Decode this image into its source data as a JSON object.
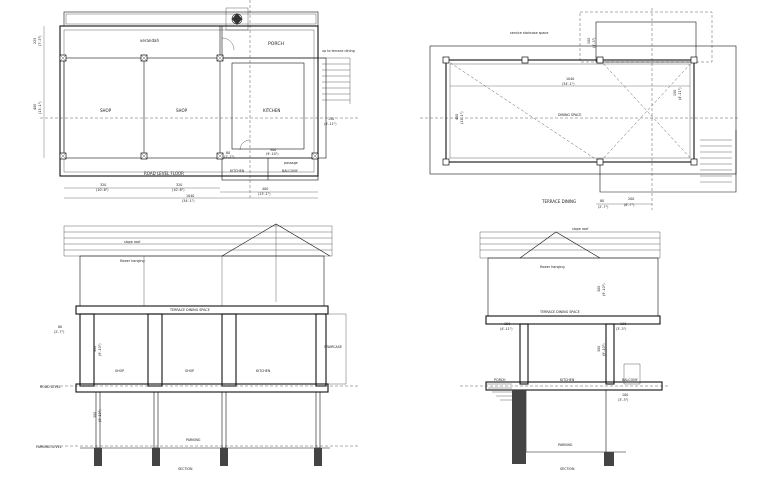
{
  "plan_ground": {
    "title": "ROAD LEVEL FLOOR",
    "rooms": {
      "verandah": "verandah",
      "porch": "PORCH",
      "shop1": "SHOP",
      "shop2": "SHOP",
      "kitchen": "KITCHEN",
      "stair_note": "up to terrace dining",
      "kitchen_lower": "KITCHEN",
      "balcony": "BALCONY",
      "passage": "passage"
    },
    "dims": {
      "left_top": "225",
      "left_top_ft": "(7'-5\")",
      "left_side": "400",
      "left_side_ft": "(13'-1\")",
      "bottom_1": "320",
      "bottom_1_ft": "(10'-6\")",
      "bottom_2": "320",
      "bottom_2_ft": "(10'-6\")",
      "bottom_3": "400",
      "bottom_3_ft": "(13'-1\")",
      "total": "1040",
      "total_ft": "(34'-1\")",
      "inner_1": "300",
      "inner_1_ft": "(9'-10\")",
      "inner_2": "80",
      "inner_2_ft": "(2'-7\")",
      "right": "150",
      "right_ft": "(4'-11\")"
    }
  },
  "plan_terrace": {
    "title": "TERRACE DINING",
    "labels": {
      "space": "DINING SPACE",
      "top_note": "service staircase space"
    },
    "dims": {
      "length": "1040",
      "length_ft": "(34'-1\")",
      "right_h": "150",
      "right_h_ft": "(4'-11\")",
      "left_h1": "400",
      "left_h1_ft": "(13'-1\")",
      "bottom_1": "80",
      "bottom_1_ft": "(2'-7\")",
      "bottom_2": "200",
      "bottom_2_ft": "(6'-7\")",
      "top_right": "100",
      "top_right_ft": "(3'-3\")"
    }
  },
  "section_a": {
    "title": "SECTION",
    "labels": {
      "slope_roof": "slope roof",
      "flower": "flower hanging",
      "terrace": "TERRACE DINING SPACE",
      "shop1": "SHOP",
      "shop2": "SHOP",
      "kitchen": "KITCHEN",
      "staircase": "STAIRCASE",
      "road": "ROAD LEVEL",
      "parking_level": "PARKING LEVEL",
      "parking": "PARKING"
    },
    "dims": {
      "h1": "300",
      "h1_ft": "(9'-10\")",
      "h2": "300",
      "h2_ft": "(9'-10\")",
      "p1": "80",
      "p1_ft": "(2'-7\")"
    }
  },
  "section_b": {
    "title": "SECTION",
    "labels": {
      "slope_roof": "slope roof",
      "flower": "flower hanging",
      "terrace": "TERRACE DINING SPACE",
      "porch": "PORCH",
      "kitchen": "KITCHEN",
      "balcony": "BALCONY",
      "parking": "PARKING"
    },
    "dims": {
      "w1": "150",
      "w1_ft": "(4'-11\")",
      "w2": "100",
      "w2_ft": "(3'-3\")",
      "h1": "300",
      "h1_ft": "(9'-10\")",
      "h2": "300",
      "h2_ft": "(9'-10\")",
      "b1": "100",
      "b1_ft": "(3'-3\")"
    }
  }
}
